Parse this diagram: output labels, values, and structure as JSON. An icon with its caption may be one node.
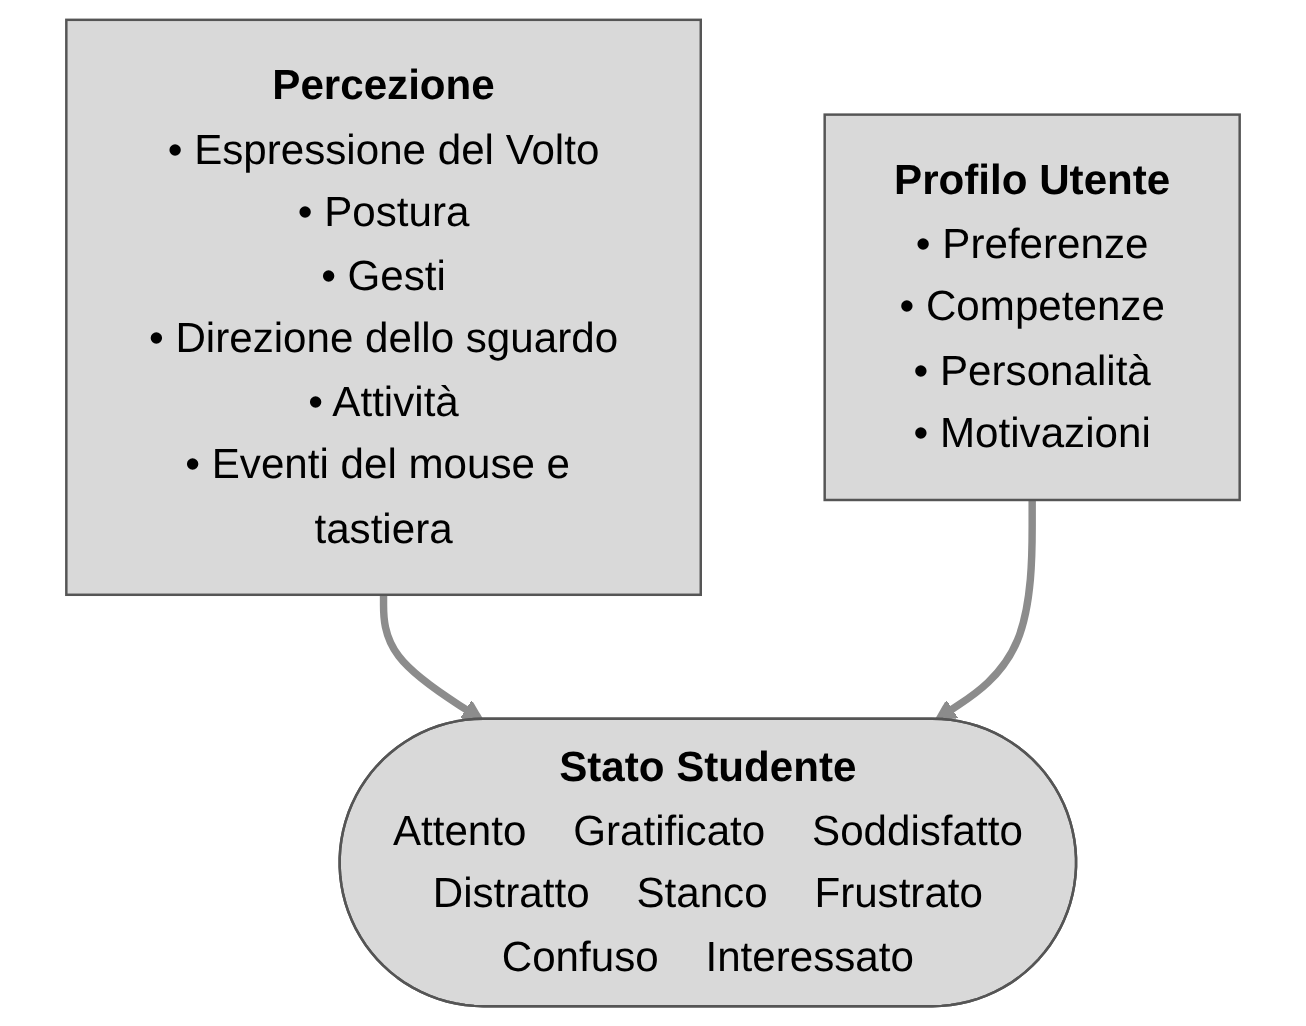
{
  "diagram": {
    "nodes": [
      {
        "text": [
          "Percezione",
          "• Espressione del Volto",
          "• Postura",
          "• Gesti",
          "• Direzione dello sguardo",
          "• Attività",
          "• Eventi del mouse e tastiera"
        ]
      },
      {
        "text": [
          "Profilo Utente",
          "• Preferenze",
          "• Competenze",
          "• Personalità",
          "• Motivazioni"
        ]
      },
      {
        "text": [
          "Stato Studente",
          "Attento",
          "Gratificato",
          "Soddisfatto",
          "Distratto",
          "Stanco",
          "Frustrato",
          "Confuso",
          "Interessato"
        ]
      }
    ],
    "edges": [
      {
        "from": 0,
        "to": 2,
        "arrow": "to"
      },
      {
        "from": 1,
        "to": 2,
        "arrow": "to"
      }
    ]
  }
}
